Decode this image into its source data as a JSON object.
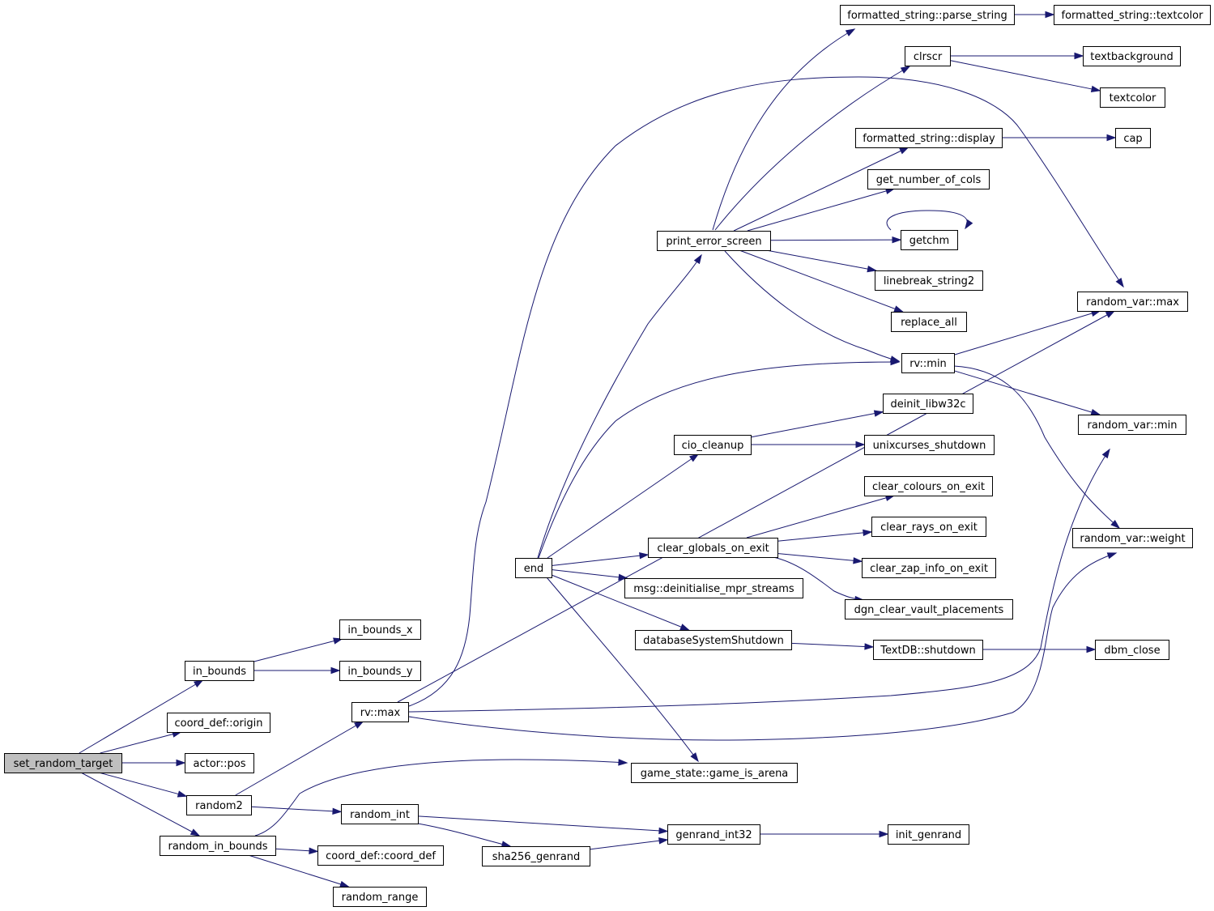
{
  "graph": {
    "colors": {
      "edge": "#191970",
      "root_fill": "#bfbfbf",
      "node_fill": "#ffffff",
      "node_border": "#000000"
    },
    "nodes": [
      {
        "id": "set_random_target",
        "label": "set_random_target",
        "root": true
      },
      {
        "id": "in_bounds",
        "label": "in_bounds"
      },
      {
        "id": "in_bounds_x",
        "label": "in_bounds_x"
      },
      {
        "id": "in_bounds_y",
        "label": "in_bounds_y"
      },
      {
        "id": "coord_origin",
        "label": "coord_def::origin"
      },
      {
        "id": "actor_pos",
        "label": "actor::pos"
      },
      {
        "id": "random2",
        "label": "random2"
      },
      {
        "id": "random_in_bounds",
        "label": "random_in_bounds"
      },
      {
        "id": "rv_max",
        "label": "rv::max"
      },
      {
        "id": "random_int",
        "label": "random_int"
      },
      {
        "id": "coord_def",
        "label": "coord_def::coord_def"
      },
      {
        "id": "random_range",
        "label": "random_range"
      },
      {
        "id": "end",
        "label": "end"
      },
      {
        "id": "game_is_arena",
        "label": "game_state::game_is_arena"
      },
      {
        "id": "sha256_genrand",
        "label": "sha256_genrand"
      },
      {
        "id": "genrand_int32",
        "label": "genrand_int32"
      },
      {
        "id": "init_genrand",
        "label": "init_genrand"
      },
      {
        "id": "print_error_screen",
        "label": "print_error_screen"
      },
      {
        "id": "cio_cleanup",
        "label": "cio_cleanup"
      },
      {
        "id": "clear_globals_on_exit",
        "label": "clear_globals_on_exit"
      },
      {
        "id": "msg_deinit",
        "label": "msg::deinitialise_mpr_streams"
      },
      {
        "id": "dbSysShutdown",
        "label": "databaseSystemShutdown"
      },
      {
        "id": "fs_parse_string",
        "label": "formatted_string::parse_string"
      },
      {
        "id": "fs_textcolor",
        "label": "formatted_string::textcolor"
      },
      {
        "id": "clrscr",
        "label": "clrscr"
      },
      {
        "id": "textbackground",
        "label": "textbackground"
      },
      {
        "id": "textcolor",
        "label": "textcolor"
      },
      {
        "id": "fs_display",
        "label": "formatted_string::display"
      },
      {
        "id": "cap",
        "label": "cap"
      },
      {
        "id": "get_number_of_cols",
        "label": "get_number_of_cols"
      },
      {
        "id": "getchm",
        "label": "getchm"
      },
      {
        "id": "linebreak_string2",
        "label": "linebreak_string2"
      },
      {
        "id": "replace_all",
        "label": "replace_all"
      },
      {
        "id": "rv_min",
        "label": "rv::min"
      },
      {
        "id": "random_var_max",
        "label": "random_var::max"
      },
      {
        "id": "random_var_min",
        "label": "random_var::min"
      },
      {
        "id": "random_var_weight",
        "label": "random_var::weight"
      },
      {
        "id": "deinit_libw32c",
        "label": "deinit_libw32c"
      },
      {
        "id": "unixcurses_shutdown",
        "label": "unixcurses_shutdown"
      },
      {
        "id": "clear_colours_on_exit",
        "label": "clear_colours_on_exit"
      },
      {
        "id": "clear_rays_on_exit",
        "label": "clear_rays_on_exit"
      },
      {
        "id": "clear_zap_info_on_exit",
        "label": "clear_zap_info_on_exit"
      },
      {
        "id": "dgn_clear_vault_placements",
        "label": "dgn_clear_vault_placements"
      },
      {
        "id": "textdb_shutdown",
        "label": "TextDB::shutdown"
      },
      {
        "id": "dbm_close",
        "label": "dbm_close"
      }
    ],
    "edges": [
      [
        "set_random_target",
        "in_bounds"
      ],
      [
        "set_random_target",
        "coord_origin"
      ],
      [
        "set_random_target",
        "actor_pos"
      ],
      [
        "set_random_target",
        "random2"
      ],
      [
        "set_random_target",
        "random_in_bounds"
      ],
      [
        "in_bounds",
        "in_bounds_x"
      ],
      [
        "in_bounds",
        "in_bounds_y"
      ],
      [
        "random2",
        "rv_max"
      ],
      [
        "random2",
        "random_int"
      ],
      [
        "random_in_bounds",
        "game_is_arena"
      ],
      [
        "random_in_bounds",
        "coord_def"
      ],
      [
        "random_in_bounds",
        "random_range"
      ],
      [
        "rv_max",
        "end"
      ],
      [
        "rv_max",
        "random_var_max"
      ],
      [
        "rv_max",
        "random_var_min"
      ],
      [
        "rv_max",
        "random_var_weight"
      ],
      [
        "random_int",
        "genrand_int32"
      ],
      [
        "random_int",
        "sha256_genrand"
      ],
      [
        "sha256_genrand",
        "genrand_int32"
      ],
      [
        "genrand_int32",
        "init_genrand"
      ],
      [
        "end",
        "print_error_screen"
      ],
      [
        "end",
        "rv_min"
      ],
      [
        "end",
        "cio_cleanup"
      ],
      [
        "end",
        "clear_globals_on_exit"
      ],
      [
        "end",
        "msg_deinit"
      ],
      [
        "end",
        "dbSysShutdown"
      ],
      [
        "end",
        "game_is_arena"
      ],
      [
        "print_error_screen",
        "fs_parse_string"
      ],
      [
        "print_error_screen",
        "clrscr"
      ],
      [
        "print_error_screen",
        "fs_display"
      ],
      [
        "print_error_screen",
        "get_number_of_cols"
      ],
      [
        "print_error_screen",
        "getchm"
      ],
      [
        "print_error_screen",
        "linebreak_string2"
      ],
      [
        "print_error_screen",
        "replace_all"
      ],
      [
        "print_error_screen",
        "rv_min"
      ],
      [
        "fs_parse_string",
        "fs_textcolor"
      ],
      [
        "clrscr",
        "textbackground"
      ],
      [
        "clrscr",
        "textcolor"
      ],
      [
        "fs_display",
        "cap"
      ],
      [
        "getchm",
        "getchm"
      ],
      [
        "rv_min",
        "random_var_max"
      ],
      [
        "rv_min",
        "random_var_min"
      ],
      [
        "rv_min",
        "random_var_weight"
      ],
      [
        "cio_cleanup",
        "deinit_libw32c"
      ],
      [
        "cio_cleanup",
        "unixcurses_shutdown"
      ],
      [
        "clear_globals_on_exit",
        "clear_colours_on_exit"
      ],
      [
        "clear_globals_on_exit",
        "clear_rays_on_exit"
      ],
      [
        "clear_globals_on_exit",
        "clear_zap_info_on_exit"
      ],
      [
        "clear_globals_on_exit",
        "dgn_clear_vault_placements"
      ],
      [
        "dbSysShutdown",
        "textdb_shutdown"
      ],
      [
        "textdb_shutdown",
        "dbm_close"
      ]
    ]
  }
}
